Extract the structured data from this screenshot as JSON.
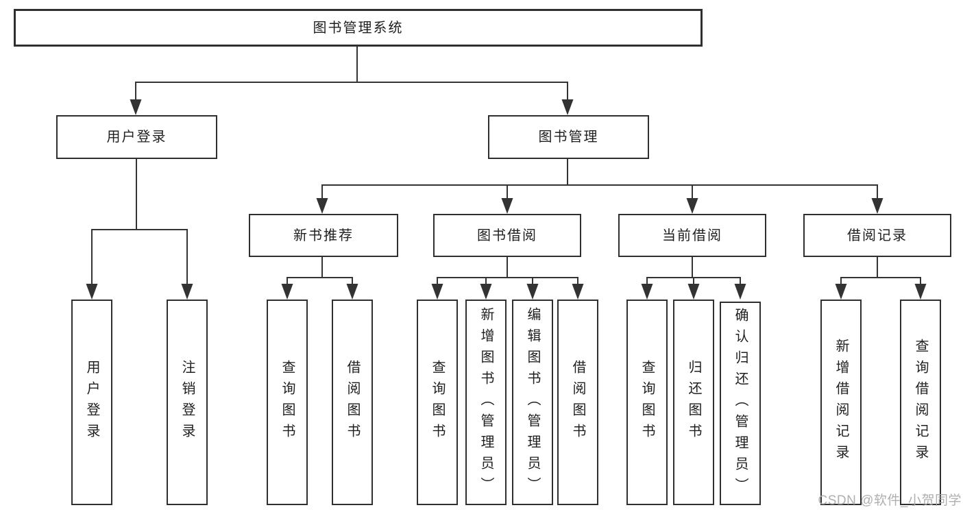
{
  "tree": {
    "label": "图书管理系统",
    "children": [
      {
        "label": "用户登录",
        "children": [
          {
            "label": "用户登录"
          },
          {
            "label": "注销登录"
          }
        ]
      },
      {
        "label": "图书管理",
        "children": [
          {
            "label": "新书推荐",
            "children": [
              {
                "label": "查询图书"
              },
              {
                "label": "借阅图书"
              }
            ]
          },
          {
            "label": "图书借阅",
            "children": [
              {
                "label": "查询图书"
              },
              {
                "label": "新增图书（管理员）"
              },
              {
                "label": "编辑图书（管理员）"
              },
              {
                "label": "借阅图书"
              }
            ]
          },
          {
            "label": "当前借阅",
            "children": [
              {
                "label": "查询图书"
              },
              {
                "label": "归还图书"
              },
              {
                "label": "确认归还（管理员）"
              }
            ]
          },
          {
            "label": "借阅记录",
            "children": [
              {
                "label": "新增借阅记录"
              },
              {
                "label": "查询借阅记录"
              }
            ]
          }
        ]
      }
    ]
  },
  "watermark": {
    "text": "CSDN @软件_小贺同学"
  },
  "colors": {
    "line": "#333333",
    "box_border": "#2f2f2f",
    "box_fill": "#ffffff",
    "text": "#1f1f1f",
    "watermark": "#a8a8a8",
    "background": "#ffffff"
  }
}
